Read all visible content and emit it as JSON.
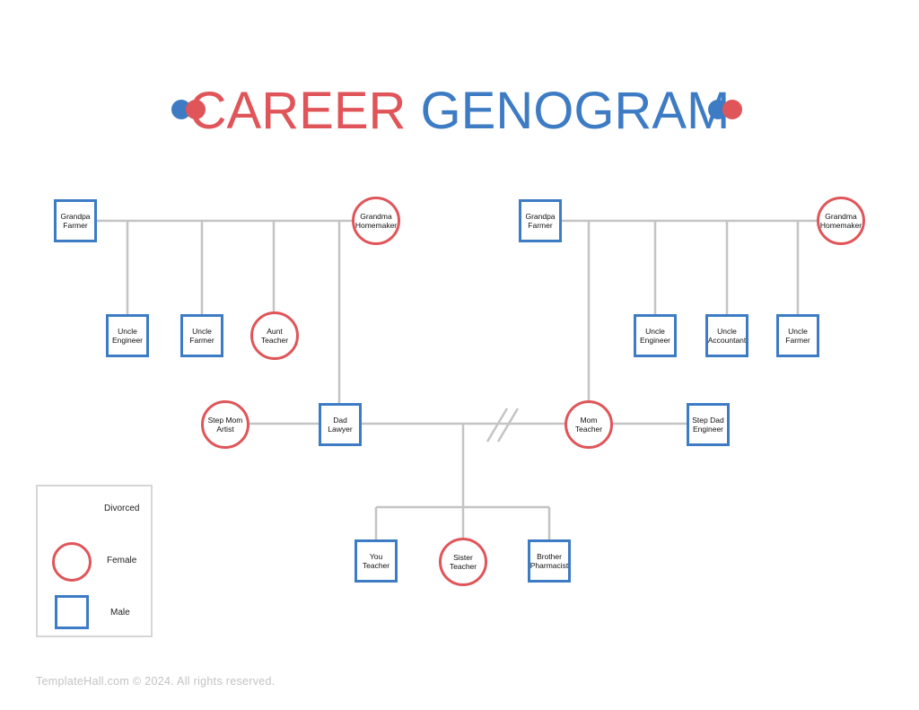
{
  "title": {
    "word1": "CAREER",
    "word2": "GENOGRAM"
  },
  "colors": {
    "female": "#e05559",
    "male": "#3d7cc4",
    "line": "#c4c4c4"
  },
  "nodes": {
    "pat_grandpa": {
      "line1": "Grandpa",
      "line2": "Farmer"
    },
    "pat_grandma": {
      "line1": "Grandma",
      "line2": "Homemaker"
    },
    "pat_uncle_engineer": {
      "line1": "Uncle",
      "line2": "Engineer"
    },
    "pat_uncle_farmer": {
      "line1": "Uncle",
      "line2": "Farmer"
    },
    "pat_aunt": {
      "line1": "Aunt",
      "line2": "Teacher"
    },
    "mat_grandpa": {
      "line1": "Grandpa",
      "line2": "Farmer"
    },
    "mat_grandma": {
      "line1": "Grandma",
      "line2": "Homemaker"
    },
    "mat_uncle_engineer": {
      "line1": "Uncle",
      "line2": "Engineer"
    },
    "mat_uncle_accountant": {
      "line1": "Uncle",
      "line2": "Accountant"
    },
    "mat_uncle_farmer": {
      "line1": "Uncle",
      "line2": "Farmer"
    },
    "step_mom": {
      "line1": "Step Mom",
      "line2": "Artist"
    },
    "dad": {
      "line1": "Dad",
      "line2": "Lawyer"
    },
    "mom": {
      "line1": "Mom",
      "line2": "Teacher"
    },
    "step_dad": {
      "line1": "Step Dad",
      "line2": "Engineer"
    },
    "you": {
      "line1": "You",
      "line2": "Teacher"
    },
    "sister": {
      "line1": "Sister",
      "line2": "Teacher"
    },
    "brother": {
      "line1": "Brother",
      "line2": "Pharmacist"
    }
  },
  "legend": {
    "divorced": "Divorced",
    "female": "Female",
    "male": "Male"
  },
  "footer": "TemplateHall.com © 2024. All rights reserved."
}
